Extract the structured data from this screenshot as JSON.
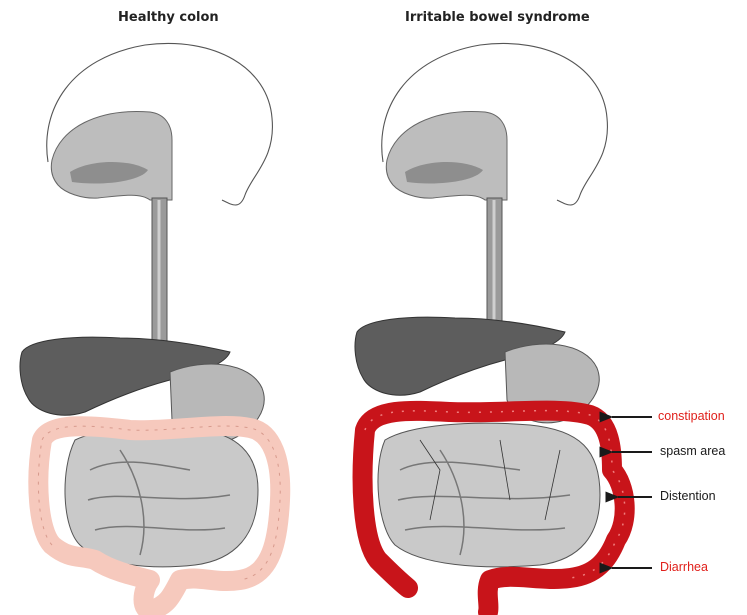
{
  "titles": {
    "healthy": "Healthy colon",
    "ibs": "Irritable bowel syndrome"
  },
  "labels": {
    "constipation": "constipation",
    "spasm": "spasm area",
    "distention": "Distention",
    "diarrhea": "Diarrhea"
  },
  "colors": {
    "accent_red": "#e0201b",
    "healthy_colon": "#f6c9bd",
    "ibs_colon": "#c8141a",
    "organ_dark": "#5b5b5b",
    "organ_light": "#cfcfcf"
  },
  "icons": [
    "arrow-left-icon"
  ]
}
